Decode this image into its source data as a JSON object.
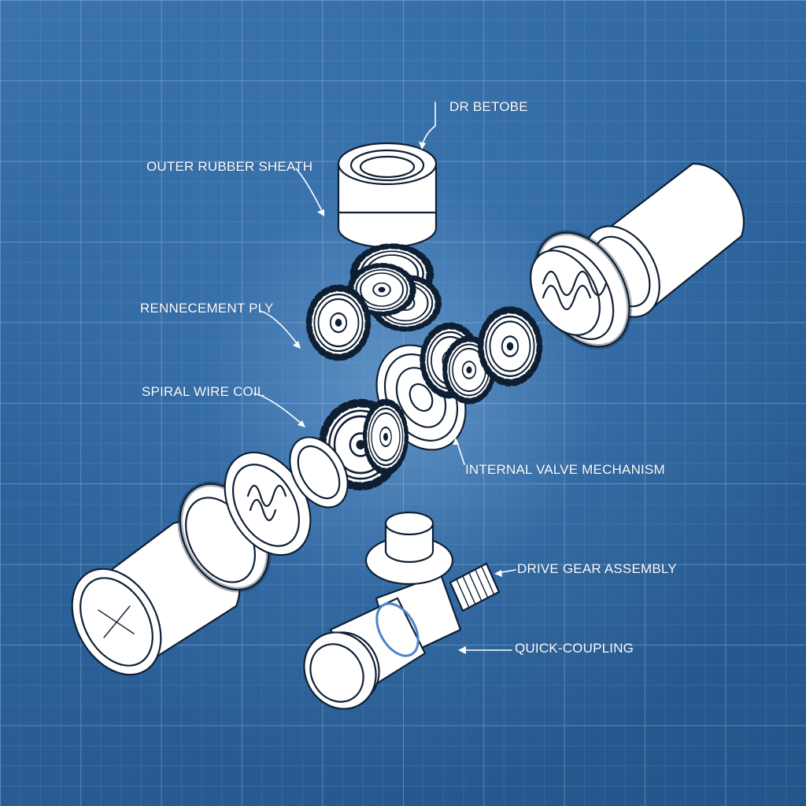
{
  "labels": {
    "dr_betobe": "DR BETOBE",
    "outer_rubber_sheath": "OUTER RUBBER SHEATH",
    "rennecement_ply": "RENNECEMENT PLY",
    "spiral_wire_coil": "SPIRAL WIRE COIL",
    "internal_valve_mechanism": "INTERNAL VALVE MECHANISM",
    "drive_gear_assembly": "DRIVE GEAR ASSEMBLY",
    "quick_coupling": "QUICK-COUPLING"
  },
  "colors": {
    "background": "#2d639c",
    "grid_line": "#8fb6de",
    "part_fill": "#ffffff",
    "part_stroke": "#0f1f33",
    "label_text": "#ffffff"
  }
}
